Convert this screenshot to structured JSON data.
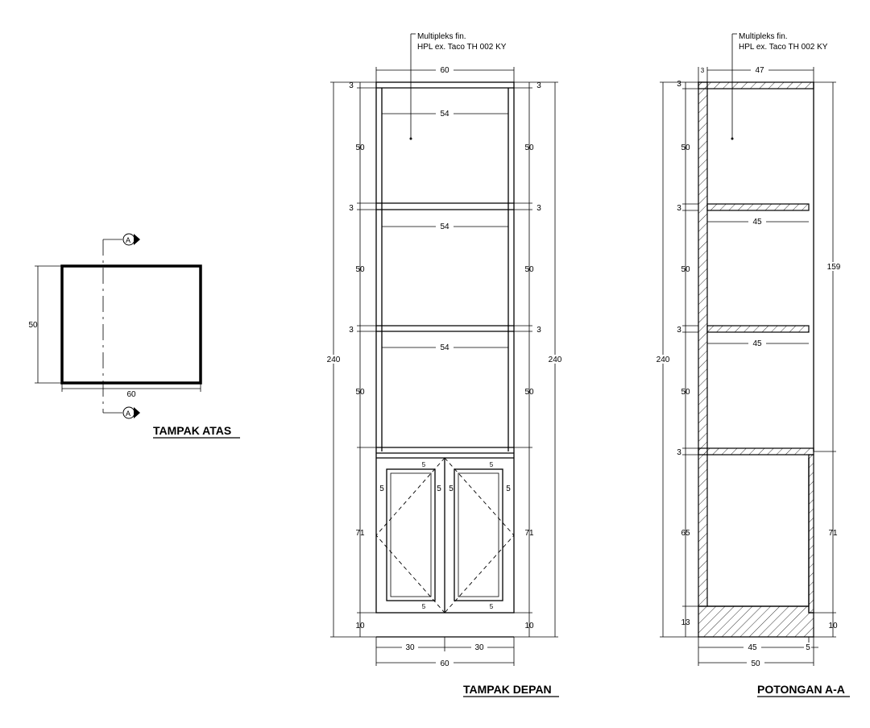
{
  "views": {
    "top": {
      "title": "TAMPAK ATAS",
      "dims": {
        "width": "60",
        "depth": "50"
      },
      "section_marker": "A"
    },
    "front": {
      "title": "TAMPAK DEPAN",
      "note_line1": "Multipleks fin.",
      "note_line2": "HPL ex. Taco TH 002 KY",
      "dims": {
        "top_width": "60",
        "inner_width": "54",
        "board": "3",
        "shelf_height": "50",
        "cabinet_height": "71",
        "plinth": "10",
        "total_height": "240",
        "half_width": "30",
        "bottom_width": "60",
        "door_inset": "5"
      }
    },
    "section": {
      "title": "POTONGAN A-A",
      "note_line1": "Multipleks fin.",
      "note_line2": "HPL ex. Taco TH 002 KY",
      "dims": {
        "top_depth": "47",
        "shelf_depth": "45",
        "board": "3",
        "shelf_height": "50",
        "upper_height": "159",
        "lower_inner": "65",
        "cabinet_height": "71",
        "plinth_inner": "13",
        "plinth": "10",
        "total_height": "240",
        "bottom_depth": "45",
        "back_offset": "5",
        "total_depth": "50"
      }
    }
  }
}
